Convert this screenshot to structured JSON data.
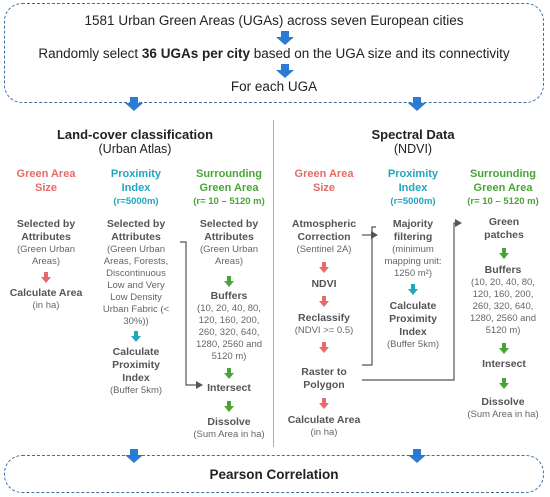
{
  "top": {
    "line1": "1581 Urban Green Areas (UGAs) across seven European cities",
    "line2_pre": "Randomly select ",
    "line2_bold": "36 UGAs per city",
    "line2_post": " based on the UGA size and its connectivity",
    "line3": "For each UGA"
  },
  "left": {
    "title": "Land-cover classification",
    "subtitle": "(Urban Atlas)",
    "col1": {
      "head1": "Green Area",
      "head2": "Size",
      "step1a": "Selected by",
      "step1b": "Attributes",
      "note1a": "(Green Urban",
      "note1b": "Areas)",
      "step2": "Calculate Area",
      "note2": "(in ha)"
    },
    "col2": {
      "head1": "Proximity",
      "head2": "Index",
      "param": "(r=5000m)",
      "step1a": "Selected by",
      "step1b": "Attributes",
      "note1": [
        "(Green Urban",
        "Areas, Forests,",
        "Discontinuous",
        "Low and Very",
        "Low Density",
        "Urban Fabric (<",
        "30%))"
      ],
      "step2a": "Calculate",
      "step2b": "Proximity",
      "step2c": "Index",
      "note2": "(Buffer 5km)"
    },
    "col3": {
      "head1": "Surrounding",
      "head2": "Green Area",
      "param": "(r= 10 – 5120 m)",
      "step1a": "Selected by",
      "step1b": "Attributes",
      "note1a": "(Green Urban",
      "note1b": "Areas)",
      "step2": "Buffers",
      "note2": [
        "(10, 20, 40, 80,",
        "120, 160, 200,",
        "260, 320, 640,",
        "1280, 2560 and",
        "5120 m)"
      ],
      "step3": "Intersect",
      "step4": "Dissolve",
      "note4": "(Sum Area in ha)"
    }
  },
  "right": {
    "title": "Spectral Data",
    "subtitle": "(NDVI)",
    "col1": {
      "head1": "Green Area",
      "head2": "Size",
      "step1a": "Atmospheric",
      "step1b": "Correction",
      "note1": "(Sentinel 2A)",
      "step2": "NDVI",
      "step3": "Reclassify",
      "note3": "(NDVI >= 0.5)",
      "step4a": "Raster to",
      "step4b": "Polygon",
      "step5": "Calculate Area",
      "note5": "(in ha)"
    },
    "col2": {
      "head1": "Proximity",
      "head2": "Index",
      "param": "(r=5000m)",
      "step1a": "Majority",
      "step1b": "filtering",
      "note1a": "(minimum",
      "note1b": "mapping unit:",
      "note1c": "1250 m²)",
      "step2a": "Calculate",
      "step2b": "Proximity",
      "step2c": "Index",
      "note2": "(Buffer 5km)"
    },
    "col3": {
      "head1": "Surrounding",
      "head2": "Green Area",
      "param": "(r= 10 – 5120 m)",
      "step1a": "Green",
      "step1b": "patches",
      "step2": "Buffers",
      "note2": [
        "(10, 20, 40, 80,",
        "120, 160, 200,",
        "260, 320, 640,",
        "1280, 2560 and",
        "5120 m)"
      ],
      "step3": "Intersect",
      "step4": "Dissolve",
      "note4": "(Sum Area in ha)"
    }
  },
  "bottom": {
    "label": "Pearson Correlation"
  },
  "colors": {
    "red": "#e56a6a",
    "teal": "#1fa7c0",
    "green": "#4aa537",
    "blue_arrow": "#2a7bd4",
    "dashed_border": "#3a6ea8"
  }
}
